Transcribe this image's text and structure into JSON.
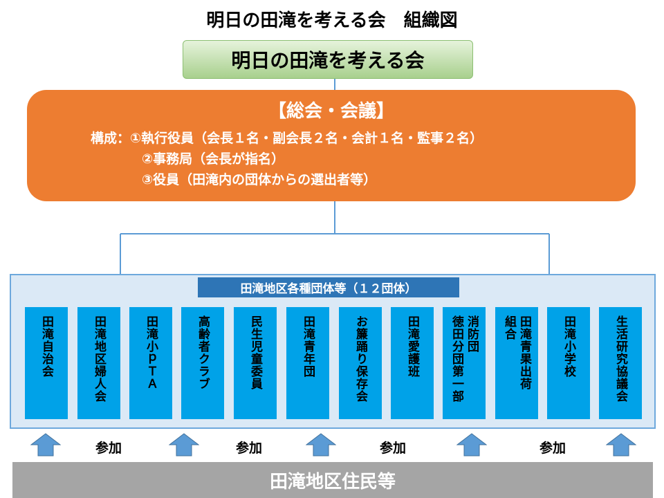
{
  "title": "明日の田滝を考える会　組織図",
  "top_box": "明日の田滝を考える会",
  "general": {
    "title": "【総会・会議】",
    "line1": "構成：①執行役員（会長１名・副会長２名・会計１名・監事２名）",
    "line2": "②事務局（会長が指名）",
    "line3": "③役員（田滝内の団体からの選出者等）"
  },
  "groups_label": "田滝地区各種団体等（１２団体）",
  "members": [
    "田滝自治会",
    "田滝地区婦人会",
    "田滝小ｐＴＡ",
    "高齢者クラブ",
    "民生児童委員",
    "田滝青年団",
    "お簾踊り保存会",
    "田滝愛護班",
    "消防団\n徳田分団第一部",
    "田滝青果出荷\n組合",
    "田滝小学校",
    "生活研究協議会"
  ],
  "join_label": "参加",
  "residents": "田滝地区住民等",
  "colors": {
    "orange": "#ed7d31",
    "member_blue": "#00a2e8",
    "label_blue": "#2e75b6",
    "panel": "#dbe9f6",
    "arrow": "#5b9bd5",
    "connector": "#5b9bd5",
    "gray": "#a5a5a5"
  }
}
